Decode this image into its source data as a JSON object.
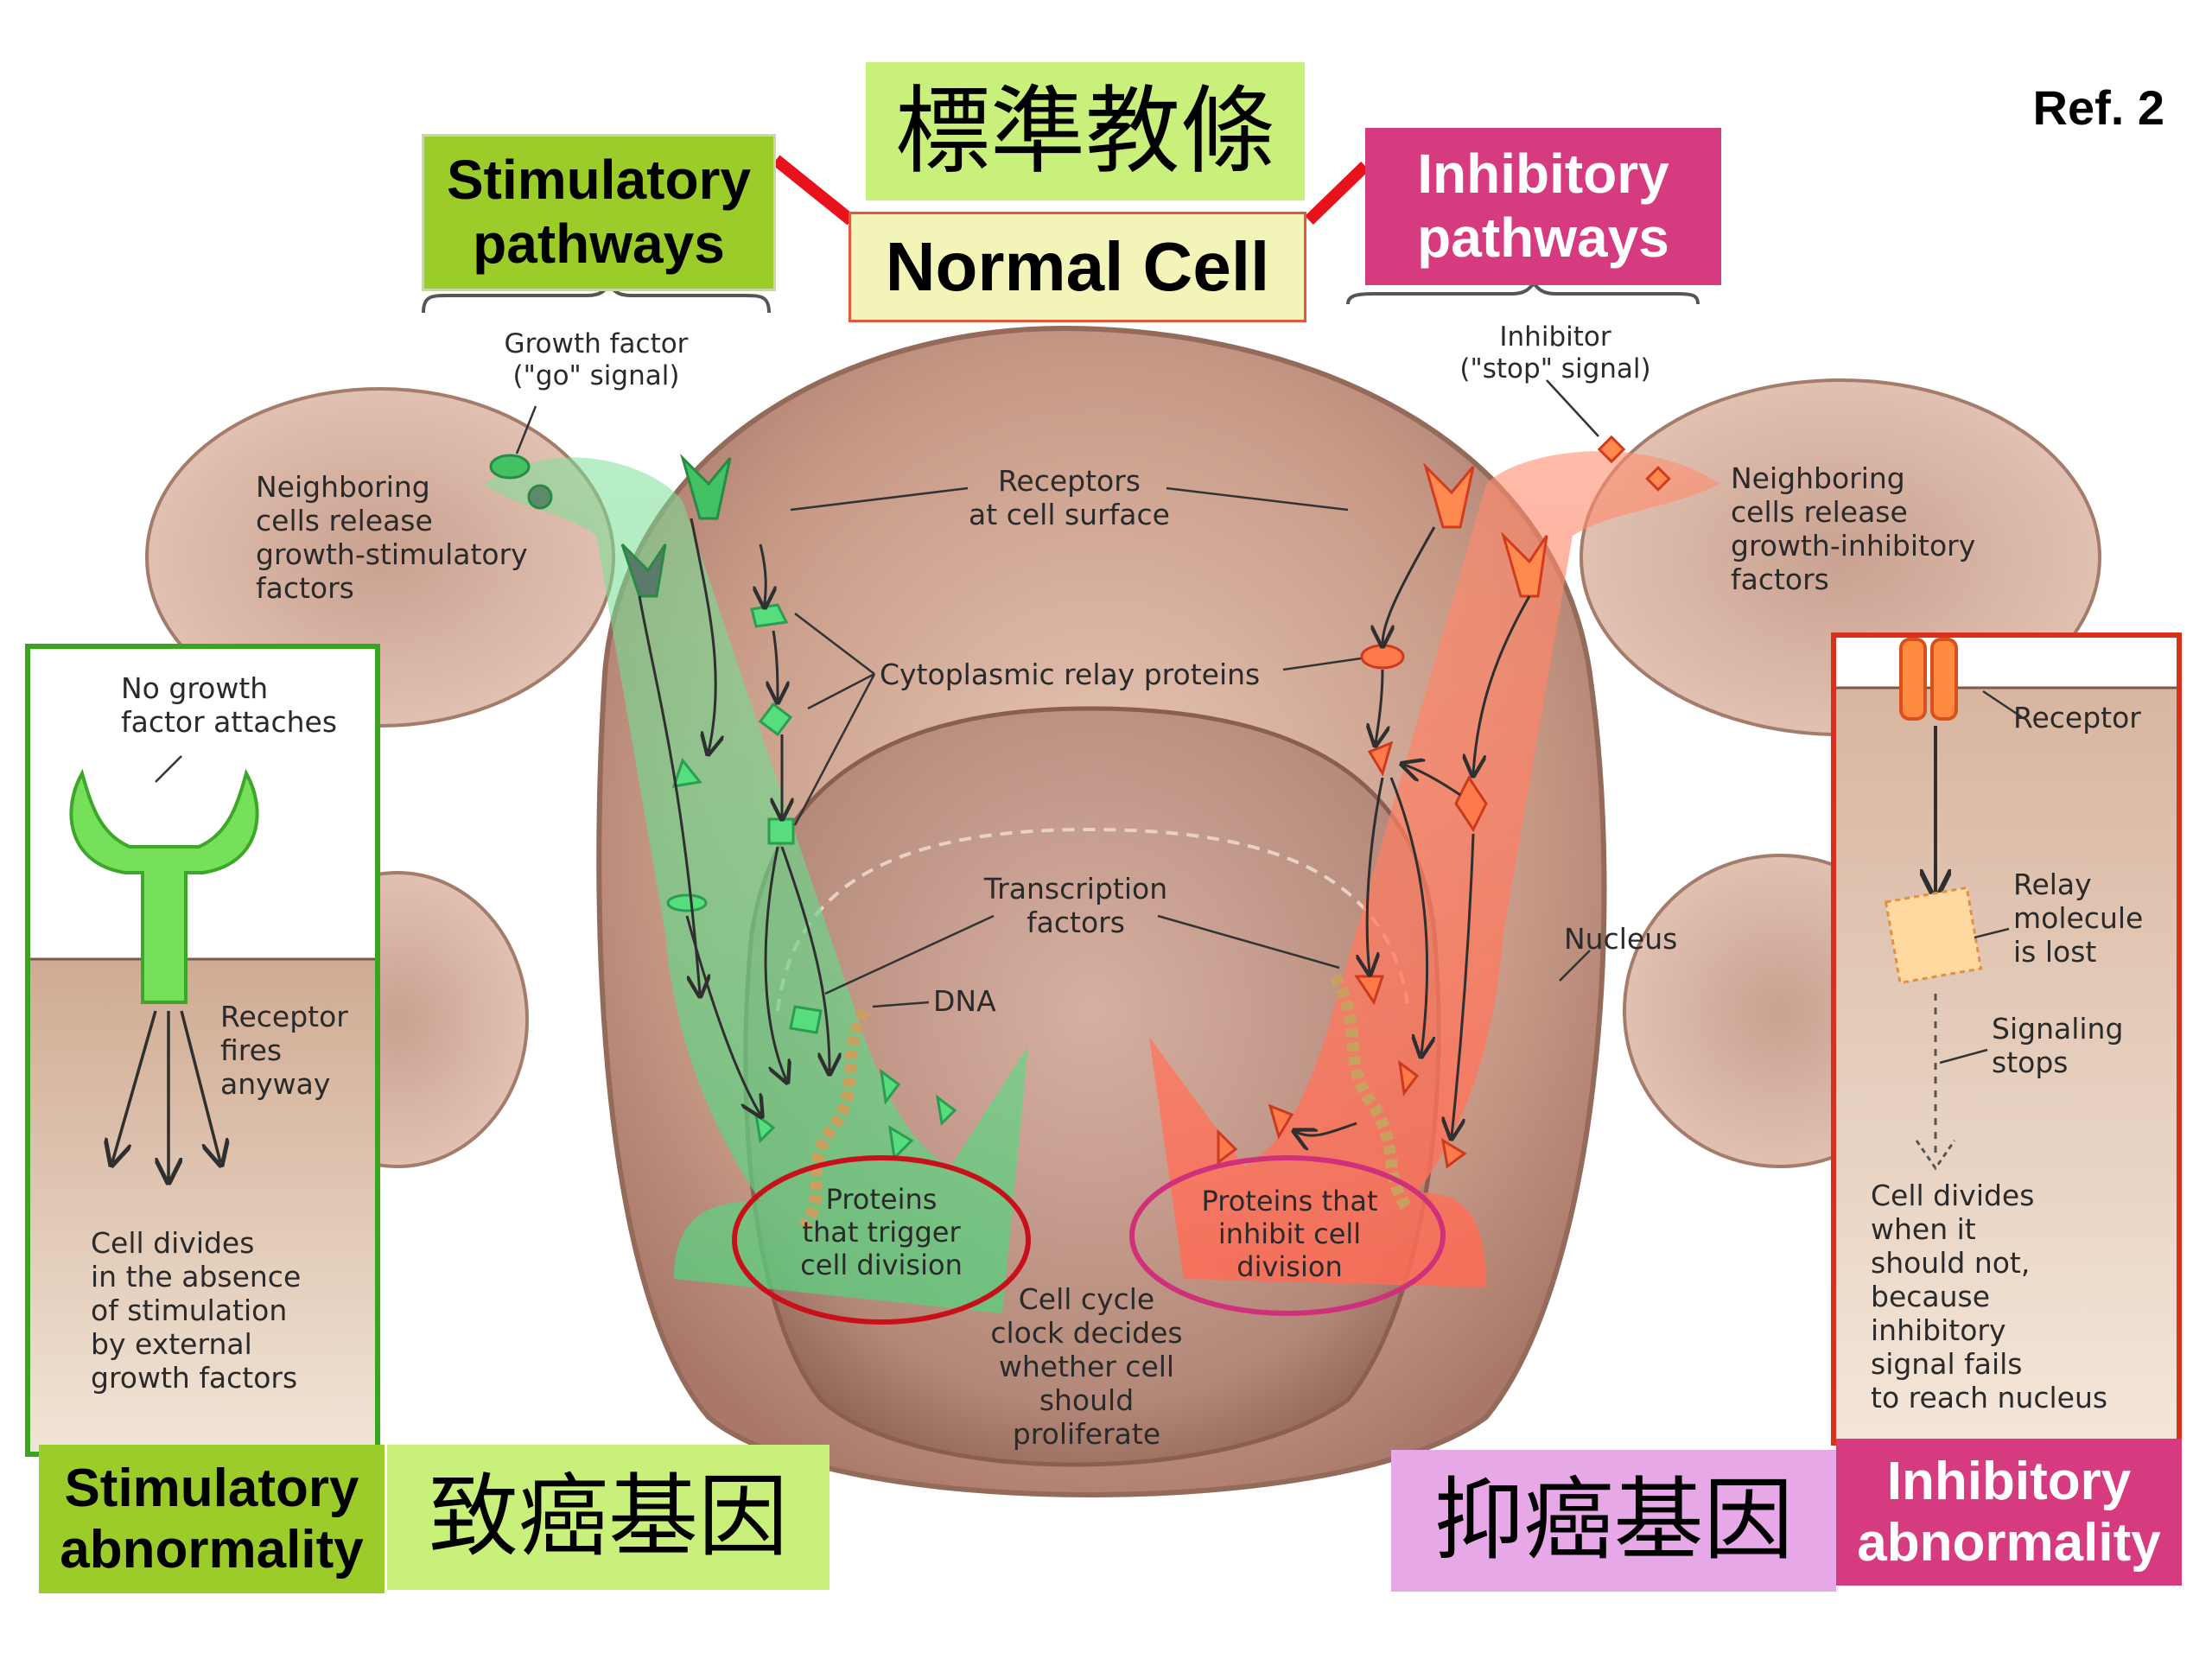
{
  "ref": "Ref. 2",
  "header": {
    "center_chinese": "標準教條",
    "center_english": "Normal Cell",
    "left_title": "Stimulatory\npathways",
    "right_title": "Inhibitory\npathways"
  },
  "footer": {
    "left_english": "Stimulatory\nabnormality",
    "left_chinese": "致癌基因",
    "right_chinese": "抑癌基因",
    "right_english": "Inhibitory\nabnormality"
  },
  "labels": {
    "growth_factor": "Growth factor\n(\"go\" signal)",
    "inhibitor": "Inhibitor\n(\"stop\" signal)",
    "neighbor_left": "Neighboring\ncells release\ngrowth-stimulatory\nfactors",
    "neighbor_right": "Neighboring\ncells release\ngrowth-inhibitory\nfactors",
    "receptors": "Receptors\nat cell surface",
    "cytoplasmic": "Cytoplasmic relay proteins",
    "transcription": "Transcription\nfactors",
    "dna": "DNA",
    "nucleus": "Nucleus",
    "proteins_trigger": "Proteins\nthat trigger\ncell division",
    "proteins_inhibit": "Proteins that\ninhibit cell\ndivision",
    "cell_cycle": "Cell cycle\nclock decides\nwhether cell\nshould\nproliferate"
  },
  "left_panel": {
    "no_growth": "No growth\nfactor attaches",
    "receptor_fires": "Receptor\nfires\nanyway",
    "cell_divides": "Cell divides\nin the absence\nof stimulation\nby external\ngrowth factors"
  },
  "right_panel": {
    "receptor": "Receptor",
    "relay": "Relay\nmolecule\nis lost",
    "signaling": "Signaling\nstops",
    "cell_divides": "Cell divides\nwhen it\nshould not,\nbecause\ninhibitory\nsignal fails\nto reach nucleus"
  },
  "colors": {
    "green_box": "#9ccc2a",
    "light_green_box": "#c8f07a",
    "magenta_box": "#d63b7f",
    "pink_box": "#e6a8e6",
    "normal_cell_box": "#f3f5b8",
    "connector_red": "#e8121c",
    "circle_red": "#c8101a",
    "circle_magenta": "#d0307a"
  }
}
